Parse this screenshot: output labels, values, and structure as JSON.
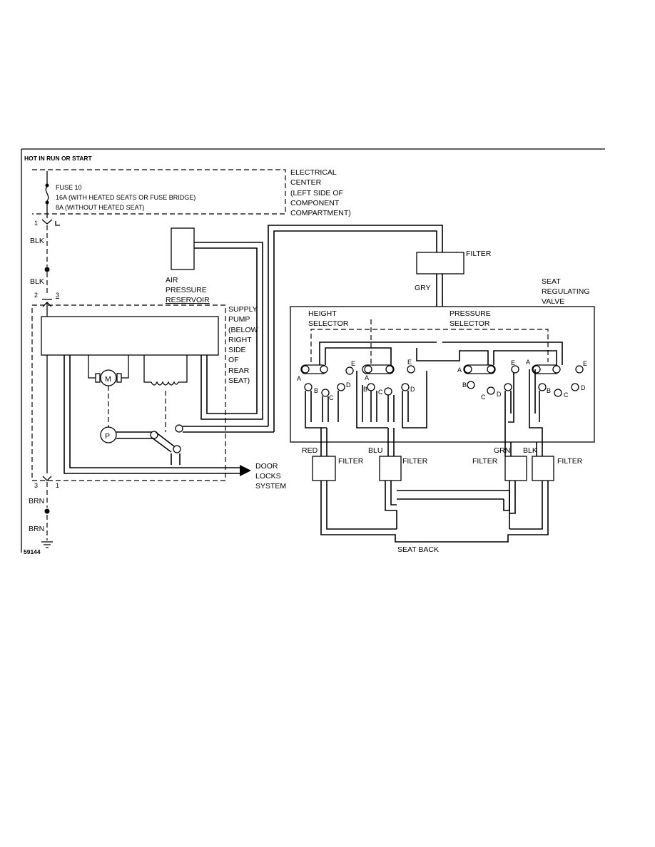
{
  "header": "HOT IN RUN OR START",
  "electrical_center": {
    "fuse_lines": [
      "FUSE 10",
      "16A (WITH HEATED SEATS OR FUSE BRIDGE)",
      "8A (WITHOUT HEATED SEAT)"
    ],
    "location_lines": [
      "ELECTRICAL",
      "CENTER",
      "(LEFT SIDE OF",
      "COMPONENT",
      "COMPARTMENT)"
    ]
  },
  "wires": {
    "blk_top": "BLK",
    "blk_bottom": "BLK",
    "brn_top": "BRN",
    "brn_bottom": "BRN"
  },
  "pins": {
    "p1_top": "1",
    "p2": "2",
    "p3": "3",
    "p3_bottom": "3",
    "p1_bottom": "1"
  },
  "reservoir_lines": [
    "AIR",
    "PRESSURE",
    "RESERVOIR"
  ],
  "pump_lines": [
    "SUPPLY",
    "PUMP",
    "(BELOW",
    "RIGHT",
    "SIDE",
    "OF",
    "REAR",
    "SEAT)"
  ],
  "motor_symbol": "M",
  "pump_symbol": "P",
  "door_locks_lines": [
    "DOOR",
    "LOCKS",
    "SYSTEM"
  ],
  "filter_top": "FILTER",
  "gry": "GRY",
  "valve_lines": [
    "SEAT",
    "REGULATING",
    "VALVE"
  ],
  "height_selector_lines": [
    "HEIGHT",
    "SELECTOR"
  ],
  "pressure_selector_lines": [
    "PRESSURE",
    "SELECTOR"
  ],
  "port_letters": {
    "a": "A",
    "b": "B",
    "c": "C",
    "d": "D",
    "e": "E"
  },
  "hose_colors": {
    "red": "RED",
    "blu": "BLU",
    "grn": "GRN",
    "blk": "BLK"
  },
  "filters": {
    "f1": "FILTER",
    "f2": "FILTER",
    "f3": "FILTER",
    "f4": "FILTER"
  },
  "seat_back": "SEAT BACK",
  "figure_id": "59144"
}
